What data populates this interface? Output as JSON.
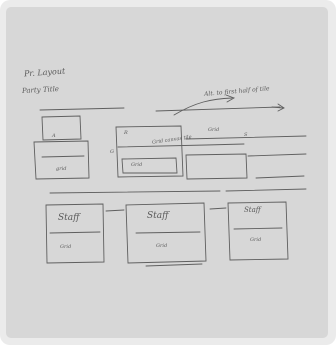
{
  "sketch": {
    "title": "Pr. Layout",
    "subtitle": "Party Title",
    "note": "Alt. to first half of tile",
    "center_label": "Grid canvas tile",
    "center_sub": "Grid",
    "small_labels": [
      "A",
      "R",
      "G",
      "S",
      "grid",
      "Grid"
    ],
    "bottom_boxes": [
      {
        "label": "Staff",
        "sub": "Grid"
      },
      {
        "label": "Staff",
        "sub": "Grid"
      },
      {
        "label": "Staff",
        "sub": "Grid"
      }
    ],
    "ink_color": "#5a5a5a",
    "paper_color": "#d7d7d7"
  }
}
